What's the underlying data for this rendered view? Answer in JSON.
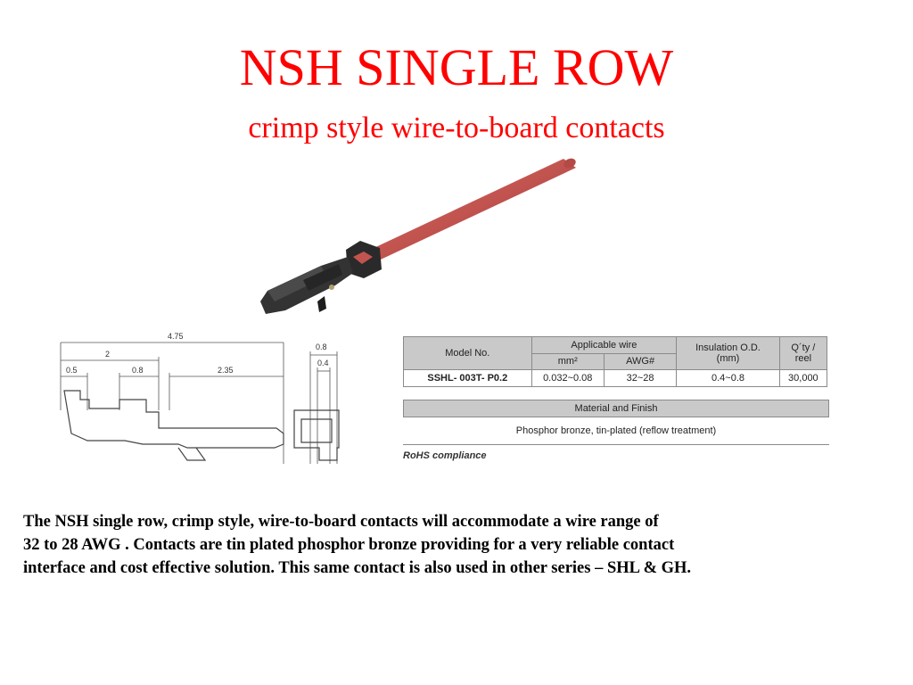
{
  "slide": {
    "title": "NSH SINGLE ROW",
    "subtitle": "crimp style wire-to-board contacts"
  },
  "drawing": {
    "dim_total": "4.75",
    "dim_2": "2",
    "dim_0_5": "0.5",
    "dim_0_8": "0.8",
    "dim_2_35": "2.35",
    "side_dim_0_8": "0.8",
    "side_dim_0_4": "0.4"
  },
  "spec_table": {
    "headers": {
      "model_no": "Model No.",
      "applicable_wire": "Applicable wire",
      "mm2": "mm²",
      "awg": "AWG#",
      "insulation": "Insulation O.D.",
      "insulation_unit": "(mm)",
      "qty": "Q´ty /",
      "qty_unit": "reel"
    },
    "row": {
      "model": "SSHL- 003T- P0.2",
      "mm2": "0.032~0.08",
      "awg": "32~28",
      "insulation": "0.4~0.8",
      "qty": "30,000"
    },
    "material_header": "Material and Finish",
    "material_value": "Phosphor bronze, tin-plated (reflow treatment)",
    "rohs": "RoHS compliance"
  },
  "description": {
    "line1": "The NSH single row, crimp style, wire-to-board contacts will accommodate a wire range of",
    "line2": "32 to 28 AWG . Contacts are tin plated phosphor bronze providing for a very reliable contact",
    "line3": "interface and cost effective solution. This same contact is also used in other series – SHL & GH."
  },
  "colors": {
    "title": "#ff0000",
    "wire": "#c25450",
    "contact": "#2a2a2a",
    "table_header": "#c9c9c9"
  }
}
